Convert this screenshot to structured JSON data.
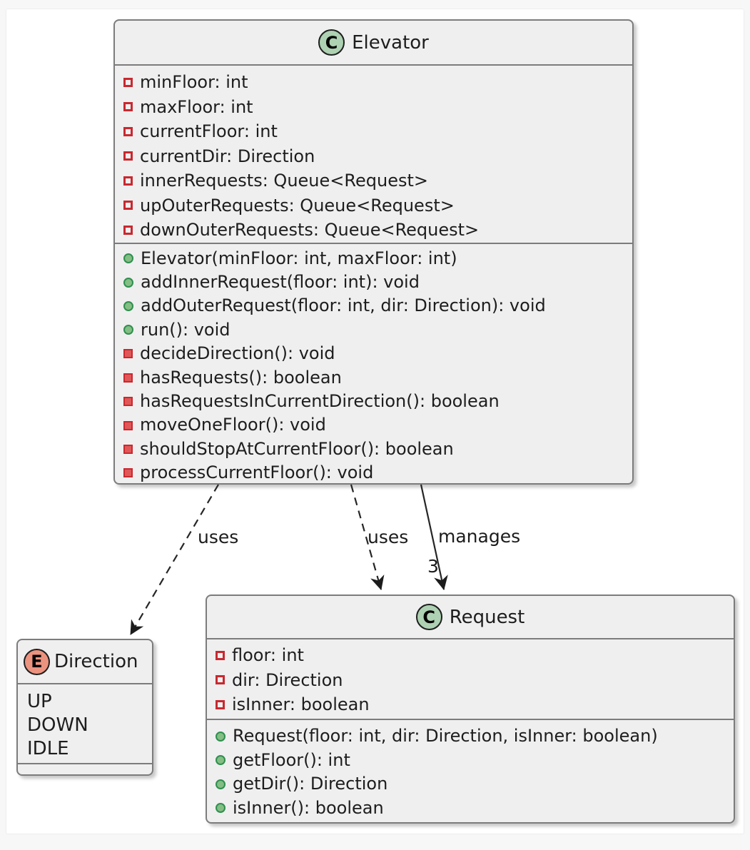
{
  "diagram": {
    "elevator": {
      "stereotype": "C",
      "name": "Elevator",
      "fields": [
        "minFloor: int",
        "maxFloor: int",
        "currentFloor: int",
        "currentDir: Direction",
        "innerRequests: Queue<Request>",
        "upOuterRequests: Queue<Request>",
        "downOuterRequests: Queue<Request>"
      ],
      "methods": [
        {
          "visibility": "public",
          "text": "Elevator(minFloor: int, maxFloor: int)"
        },
        {
          "visibility": "public",
          "text": "addInnerRequest(floor: int): void"
        },
        {
          "visibility": "public",
          "text": "addOuterRequest(floor: int, dir: Direction): void"
        },
        {
          "visibility": "public",
          "text": "run(): void"
        },
        {
          "visibility": "private",
          "text": "decideDirection(): void"
        },
        {
          "visibility": "private",
          "text": "hasRequests(): boolean"
        },
        {
          "visibility": "private",
          "text": "hasRequestsInCurrentDirection(): boolean"
        },
        {
          "visibility": "private",
          "text": "moveOneFloor(): void"
        },
        {
          "visibility": "private",
          "text": "shouldStopAtCurrentFloor(): boolean"
        },
        {
          "visibility": "private",
          "text": "processCurrentFloor(): void"
        }
      ]
    },
    "request": {
      "stereotype": "C",
      "name": "Request",
      "fields": [
        "floor: int",
        "dir: Direction",
        "isInner: boolean"
      ],
      "methods": [
        {
          "visibility": "public",
          "text": "Request(floor: int, dir: Direction, isInner: boolean)"
        },
        {
          "visibility": "public",
          "text": "getFloor(): int"
        },
        {
          "visibility": "public",
          "text": "getDir(): Direction"
        },
        {
          "visibility": "public",
          "text": "isInner(): boolean"
        }
      ]
    },
    "direction": {
      "stereotype": "E",
      "name": "Direction",
      "values": [
        "UP",
        "DOWN",
        "IDLE"
      ]
    },
    "relations": [
      {
        "from": "Elevator",
        "to": "Direction",
        "style": "dashed",
        "label": "uses"
      },
      {
        "from": "Elevator",
        "to": "Request",
        "style": "dashed",
        "label": "uses"
      },
      {
        "from": "Elevator",
        "to": "Request",
        "style": "solid",
        "label": "manages",
        "multiplicity": "3"
      }
    ],
    "colors": {
      "box_fill": "#efefef",
      "box_border": "#7c7c7c",
      "class_spot_fill": "#ADD1B2",
      "enum_spot_fill": "#EB937F",
      "private_red": "#C82930",
      "public_green": "#84be84",
      "line": "#262626"
    }
  }
}
